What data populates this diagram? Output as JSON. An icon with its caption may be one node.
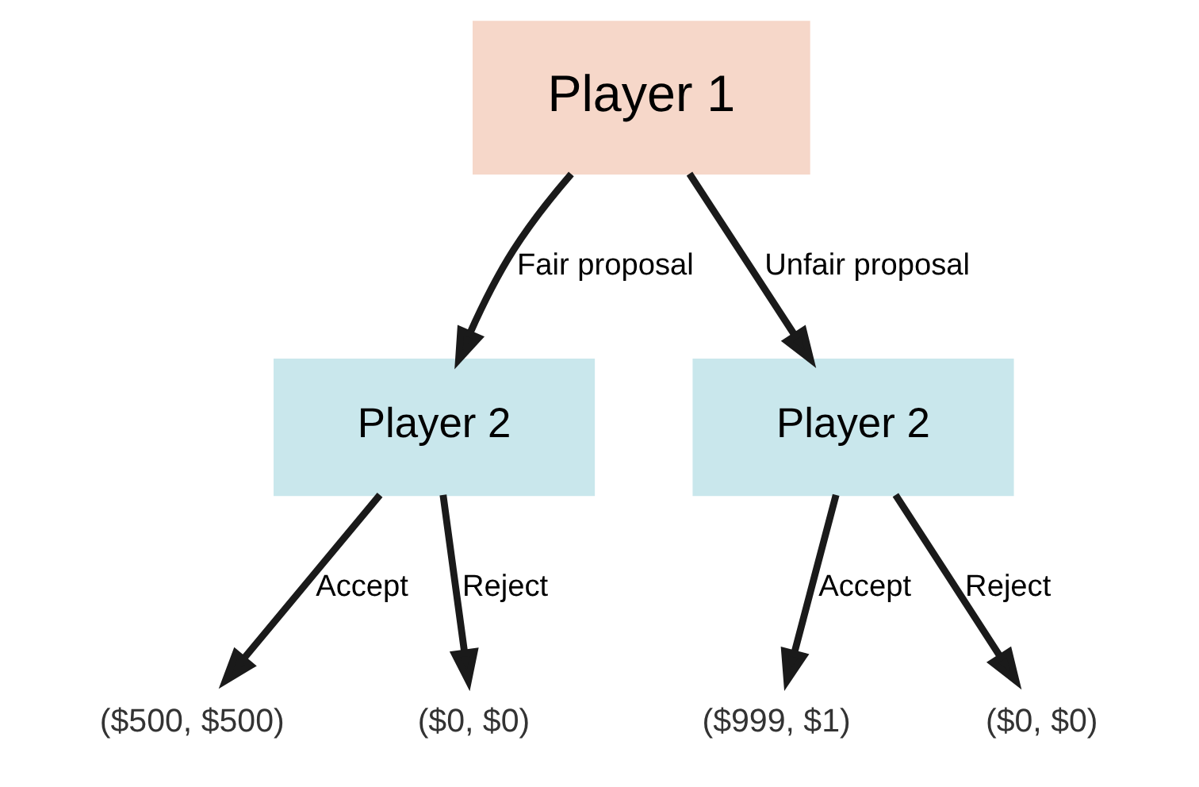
{
  "diagram": {
    "nodes": [
      {
        "text": [
          "Player 1"
        ]
      },
      {
        "text": [
          "Player 2"
        ]
      },
      {
        "text": [
          "Player 2"
        ]
      },
      {
        "text": [
          "($500, $500)"
        ]
      },
      {
        "text": [
          "($0, $0)"
        ]
      },
      {
        "text": [
          "($999, $1)"
        ]
      },
      {
        "text": [
          "($0, $0)"
        ]
      }
    ],
    "edges": [
      {
        "from": 0,
        "to": 1,
        "arrow": "to",
        "label": "Fair proposal"
      },
      {
        "from": 0,
        "to": 2,
        "arrow": "to",
        "label": "Unfair proposal"
      },
      {
        "from": 1,
        "to": 3,
        "arrow": "to",
        "label": "Accept"
      },
      {
        "from": 1,
        "to": 4,
        "arrow": "to",
        "label": "Reject"
      },
      {
        "from": 2,
        "to": 5,
        "arrow": "to",
        "label": "Accept"
      },
      {
        "from": 2,
        "to": 6,
        "arrow": "to",
        "label": "Reject"
      }
    ]
  }
}
